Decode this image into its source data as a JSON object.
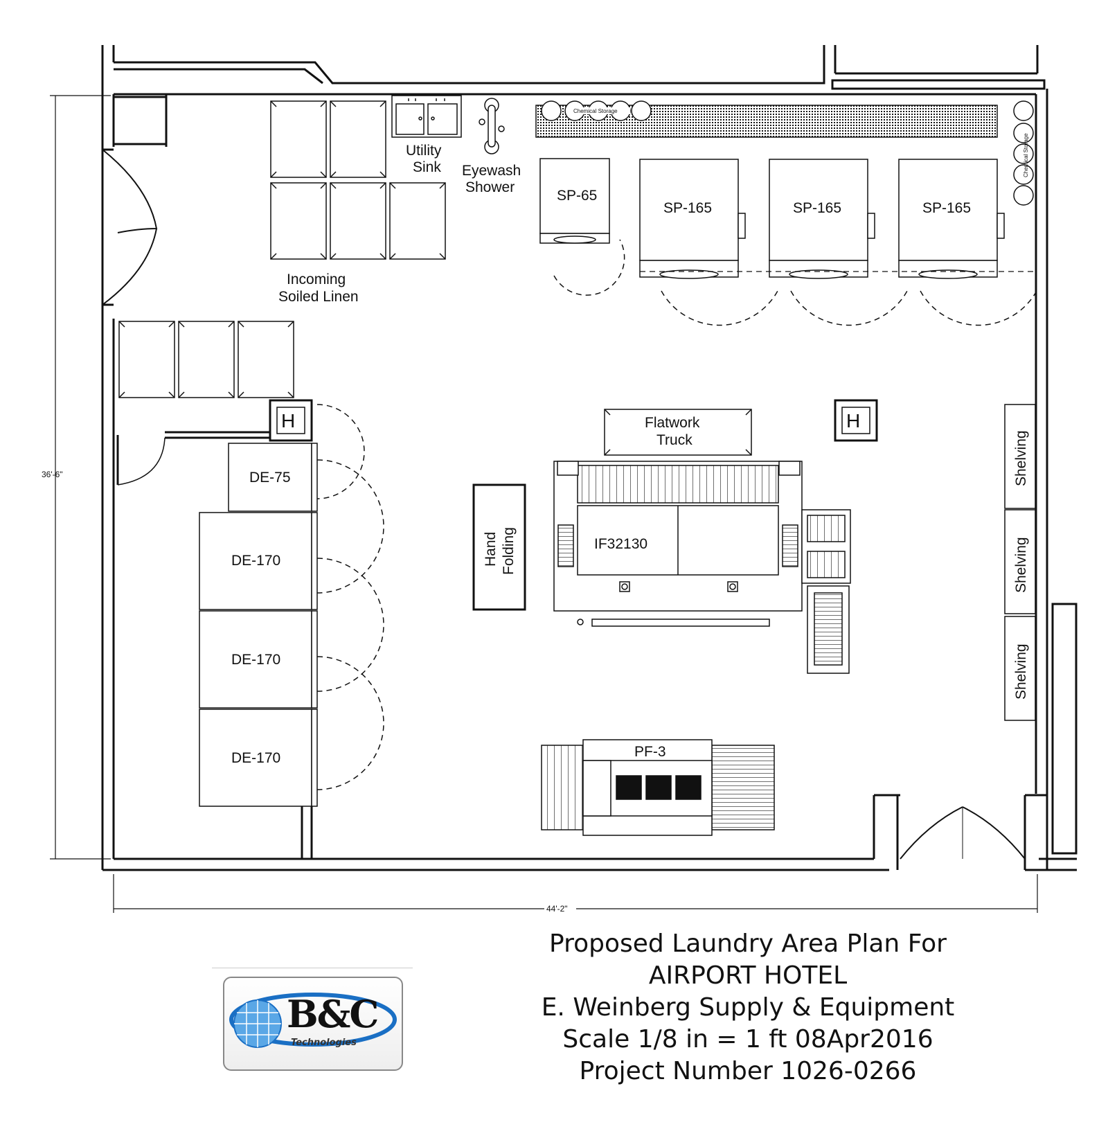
{
  "labels": {
    "utility_sink_1": "Utility",
    "utility_sink_2": "Sink",
    "eyewash_1": "Eyewash",
    "eyewash_2": "Shower",
    "soiled_1": "Incoming",
    "soiled_2": "Soiled Linen",
    "chemical_storage": "Chemical Storage",
    "sp65": "SP-65",
    "sp165_a": "SP-165",
    "sp165_b": "SP-165",
    "sp165_c": "SP-165",
    "flatwork_1": "Flatwork",
    "flatwork_2": "Truck",
    "hand_1": "Hand",
    "hand_2": "Folding",
    "ironer": "IF32130",
    "de75": "DE-75",
    "de170_a": "DE-170",
    "de170_b": "DE-170",
    "de170_c": "DE-170",
    "pf3": "PF-3",
    "shelving_a": "Shelving",
    "shelving_b": "Shelving",
    "shelving_c": "Shelving",
    "hydrant": "H"
  },
  "dimensions": {
    "height": "36'-6\"",
    "width": "44'-2\""
  },
  "title_block": {
    "line1": "Proposed Laundry Area Plan For",
    "line2": "AIRPORT HOTEL",
    "line3": "E. Weinberg Supply & Equipment",
    "line4": "Scale 1/8 in = 1 ft   08Apr2016",
    "line5": "Project Number 1026-0266"
  },
  "logo": {
    "main": "B&C",
    "sub": "Technologies"
  }
}
